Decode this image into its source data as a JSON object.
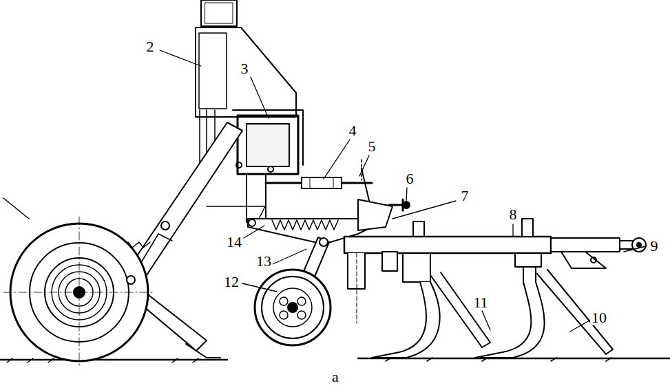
{
  "diagram": {
    "labels": [
      "2",
      "3",
      "4",
      "5",
      "6",
      "7",
      "8",
      "9",
      "10",
      "11",
      "12",
      "13",
      "14",
      "a"
    ]
  }
}
